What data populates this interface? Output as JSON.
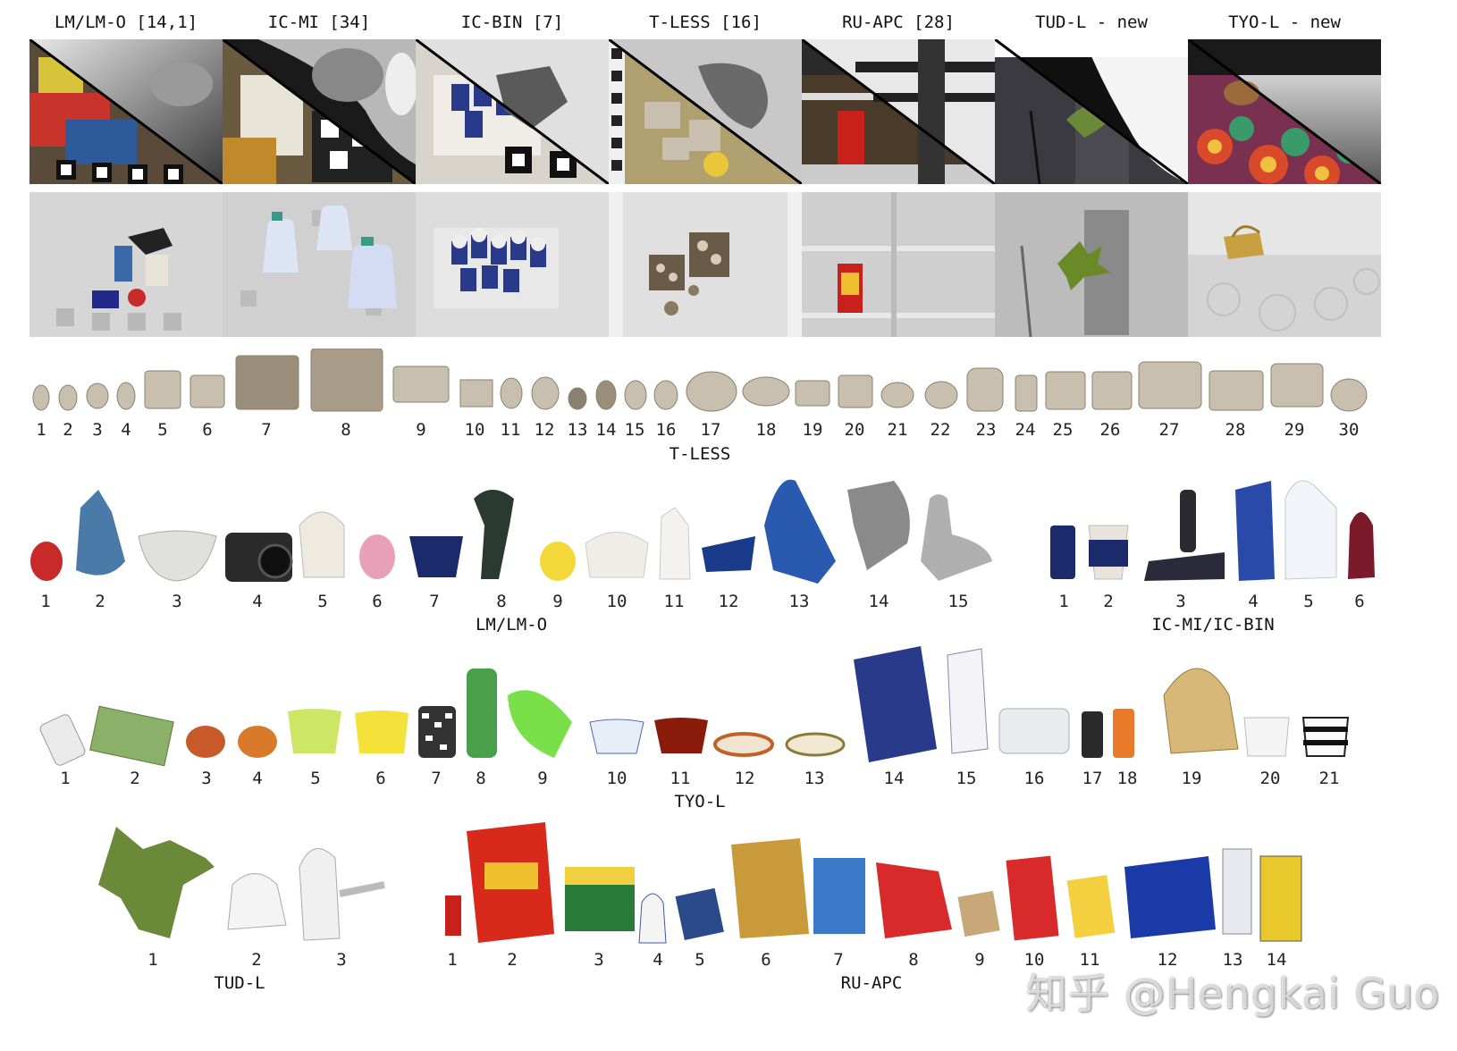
{
  "datasets": [
    {
      "title": "LM/LM-O [14,1]"
    },
    {
      "title": "IC-MI [34]"
    },
    {
      "title": "IC-BIN [7]"
    },
    {
      "title": "T-LESS [16]"
    },
    {
      "title": "RU-APC [28]"
    },
    {
      "title": "TUD-L - new"
    },
    {
      "title": "TYO-L - new"
    }
  ],
  "groups": {
    "tless": {
      "caption": "T-LESS",
      "labels": [
        "1",
        "2",
        "3",
        "4",
        "5",
        "6",
        "7",
        "8",
        "9",
        "10",
        "11",
        "12",
        "13",
        "14",
        "15",
        "16",
        "17",
        "18",
        "19",
        "20",
        "21",
        "22",
        "23",
        "24",
        "25",
        "26",
        "27",
        "28",
        "29",
        "30"
      ]
    },
    "lm": {
      "caption": "LM/LM-O",
      "labels": [
        "1",
        "2",
        "3",
        "4",
        "5",
        "6",
        "7",
        "8",
        "9",
        "10",
        "11",
        "12",
        "13",
        "14",
        "15"
      ]
    },
    "ic": {
      "caption": "IC-MI/IC-BIN",
      "labels": [
        "1",
        "2",
        "3",
        "4",
        "5",
        "6"
      ]
    },
    "tyo": {
      "caption": "TYO-L",
      "labels": [
        "1",
        "2",
        "3",
        "4",
        "5",
        "6",
        "7",
        "8",
        "9",
        "10",
        "11",
        "12",
        "13",
        "14",
        "15",
        "16",
        "17",
        "18",
        "19",
        "20",
        "21"
      ]
    },
    "tud": {
      "caption": "TUD-L",
      "labels": [
        "1",
        "2",
        "3"
      ]
    },
    "ruapc": {
      "caption": "RU-APC",
      "labels": [
        "1",
        "2",
        "3",
        "4",
        "5",
        "6",
        "7",
        "8",
        "9",
        "10",
        "11",
        "12",
        "13",
        "14"
      ]
    }
  },
  "colors": {
    "tless_object": "#c9bfae",
    "depth_dark": "#2a2a2a",
    "depth_light": "#d8d8d8"
  },
  "watermark": "知乎 @Hengkai Guo"
}
